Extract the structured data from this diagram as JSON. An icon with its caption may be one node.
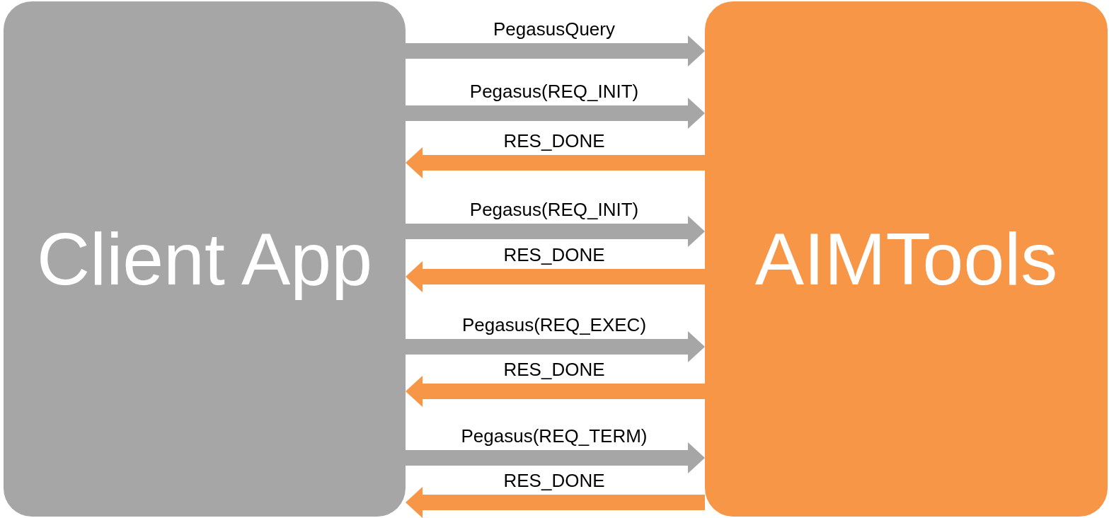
{
  "diagram": {
    "nodes": [
      {
        "text": [
          "Client App"
        ]
      },
      {
        "text": [
          "AIMTools"
        ]
      }
    ],
    "edges": [
      {
        "from": 0,
        "to": 1,
        "arrow": "to",
        "label": "PegasusQuery"
      },
      {
        "from": 0,
        "to": 1,
        "arrow": "to",
        "label": "Pegasus(REQ_INIT)"
      },
      {
        "from": 1,
        "to": 0,
        "arrow": "to",
        "label": "RES_DONE",
        "color": "#f79646"
      },
      {
        "from": 0,
        "to": 1,
        "arrow": "to",
        "label": "Pegasus(REQ_INIT)"
      },
      {
        "from": 1,
        "to": 0,
        "arrow": "to",
        "label": "RES_DONE",
        "color": "#f79646"
      },
      {
        "from": 0,
        "to": 1,
        "arrow": "to",
        "label": "Pegasus(REQ_EXEC)"
      },
      {
        "from": 1,
        "to": 0,
        "arrow": "to",
        "label": "RES_DONE",
        "color": "#f79646"
      },
      {
        "from": 0,
        "to": 1,
        "arrow": "to",
        "label": "Pegasus(REQ_TERM)"
      },
      {
        "from": 1,
        "to": 0,
        "arrow": "to",
        "label": "RES_DONE",
        "color": "#f79646"
      }
    ]
  }
}
